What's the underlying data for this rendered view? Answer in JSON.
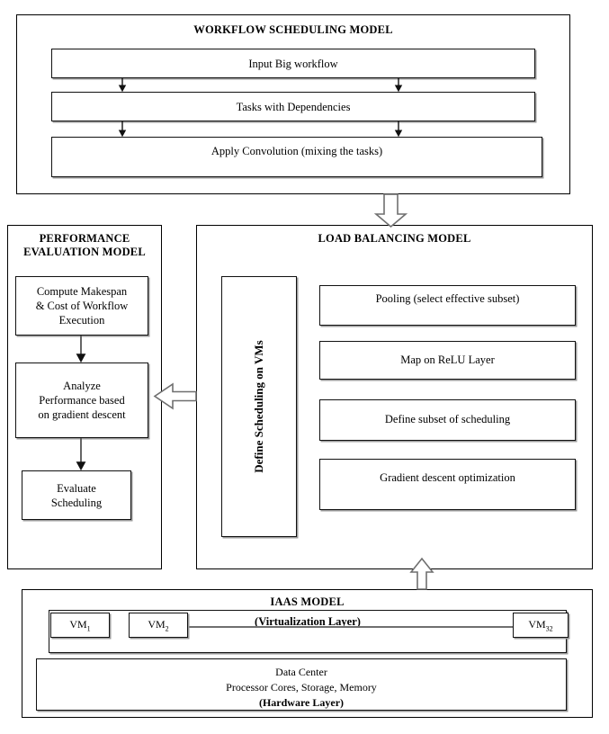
{
  "diagram": {
    "title_visible": false,
    "sections": {
      "workflow": {
        "title": "WORKFLOW SCHEDULING MODEL",
        "steps": [
          {
            "label": "Input Big workflow"
          },
          {
            "label": "Tasks with Dependencies"
          },
          {
            "label": "Apply Convolution (mixing the tasks)"
          }
        ]
      },
      "performance": {
        "title_line1": "PERFORMANCE",
        "title_line2": "EVALUATION MODEL",
        "steps": [
          {
            "label": "Compute Makespan\n& Cost of Workflow\nExecution"
          },
          {
            "label": "Analyze\nPerformance based\non gradient descent"
          },
          {
            "label": "Evaluate\nScheduling"
          }
        ]
      },
      "load_balancing": {
        "title": "LOAD BALANCING MODEL",
        "vertical_label": "Define Scheduling on VMs",
        "steps": [
          {
            "label": "Pooling (select effective subset)"
          },
          {
            "label": "Map on ReLU Layer"
          },
          {
            "label": "Define subset of scheduling"
          },
          {
            "label": "Gradient descent optimization"
          }
        ]
      },
      "iaas": {
        "title": "IAAS MODEL",
        "virtualization_label": "(Virtualization Layer)",
        "vms": [
          {
            "name": "VM",
            "sub": "1"
          },
          {
            "name": "VM",
            "sub": "2"
          },
          {
            "name": "VM",
            "sub": "32"
          }
        ],
        "datacenter": {
          "line1": "Data Center",
          "line2": "Processor Cores, Storage, Memory",
          "line3": "(Hardware Layer)"
        }
      }
    },
    "connectors": [
      {
        "name": "workflow-step1-to-step2-left",
        "type": "thin-down-arrow"
      },
      {
        "name": "workflow-step1-to-step2-right",
        "type": "thin-down-arrow"
      },
      {
        "name": "workflow-step2-to-step3-left",
        "type": "thin-down-arrow"
      },
      {
        "name": "workflow-step2-to-step3-right",
        "type": "thin-down-arrow"
      },
      {
        "name": "workflow-to-load-balancing",
        "type": "block-down-arrow"
      },
      {
        "name": "load-balancing-to-performance",
        "type": "block-left-arrow"
      },
      {
        "name": "iaas-to-load-balancing",
        "type": "block-up-arrow"
      },
      {
        "name": "performance-step1-to-step2",
        "type": "thin-down-arrow"
      },
      {
        "name": "performance-step2-to-step3",
        "type": "thin-down-arrow"
      }
    ],
    "colors": {
      "stroke": "#000000",
      "shadow": "#9a9a9a",
      "background": "#ffffff"
    }
  }
}
